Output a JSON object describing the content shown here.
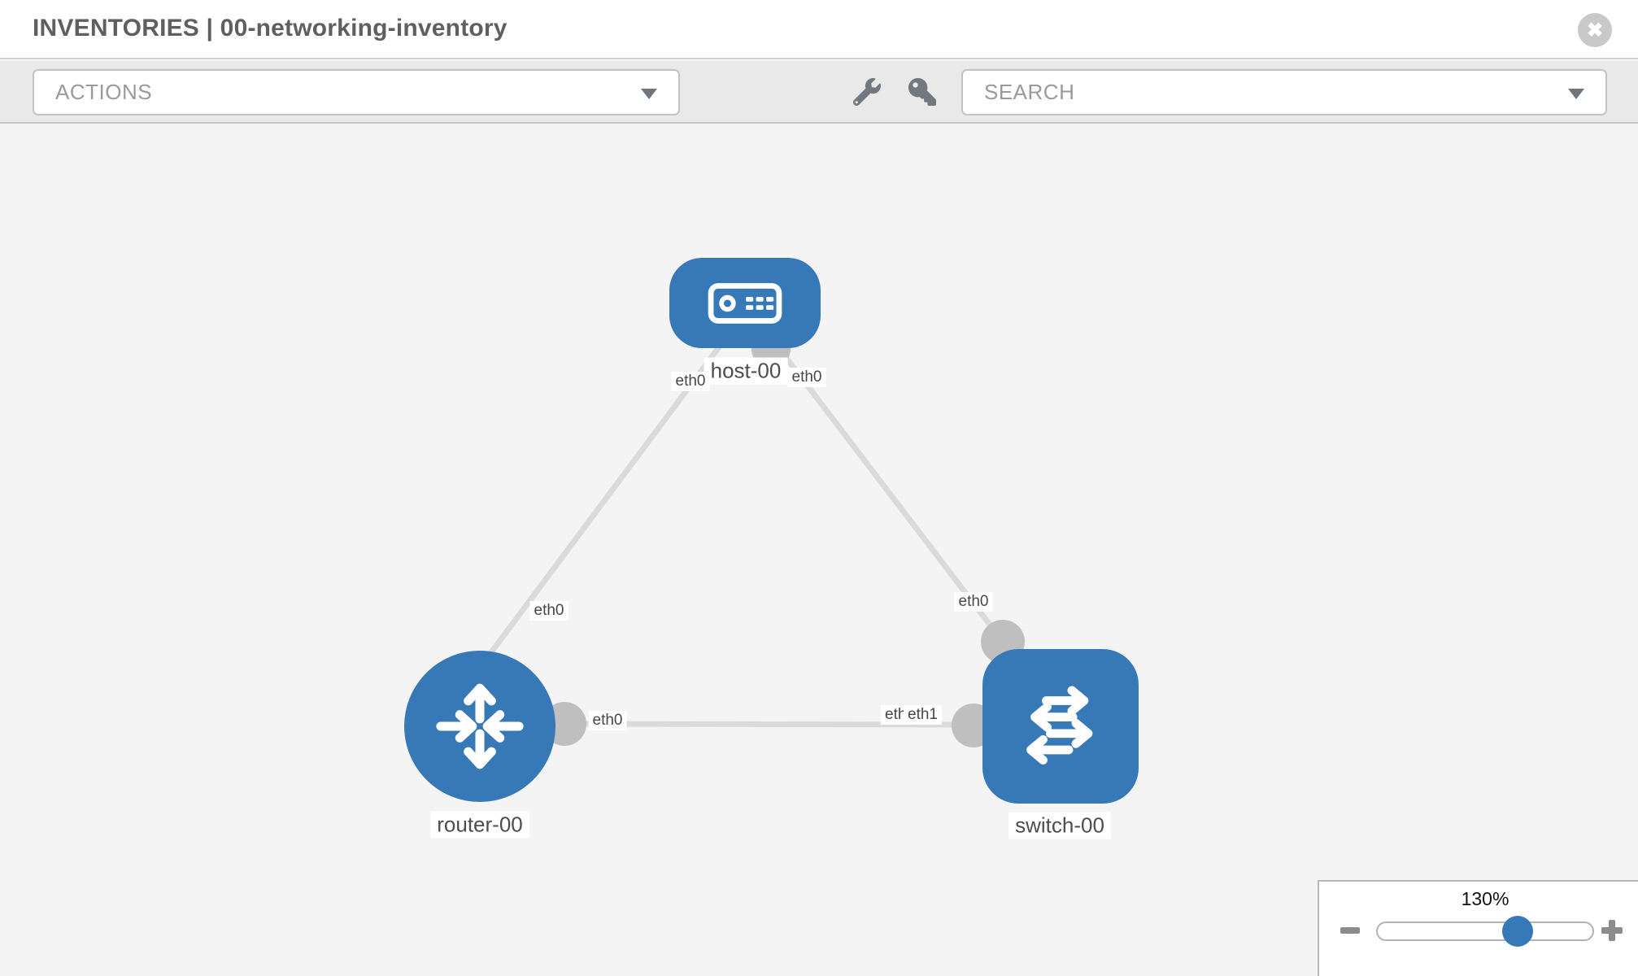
{
  "header": {
    "title": "INVENTORIES | 00-networking-inventory",
    "close_icon": "close-icon"
  },
  "toolbar": {
    "actions_placeholder": "ACTIONS",
    "search_placeholder": "SEARCH",
    "icons": [
      "wrench-icon",
      "key-icon",
      "caret-down-icon"
    ]
  },
  "topology": {
    "nodes": [
      {
        "id": "host-00",
        "type": "host",
        "label": "host-00"
      },
      {
        "id": "router-00",
        "type": "router",
        "label": "router-00"
      },
      {
        "id": "switch-00",
        "type": "switch",
        "label": "switch-00"
      }
    ],
    "links": [
      {
        "from": "host-00",
        "to": "router-00",
        "from_port": "eth0",
        "to_port": "eth0"
      },
      {
        "from": "host-00",
        "to": "switch-00",
        "from_port": "eth0",
        "to_port": "eth0"
      },
      {
        "from": "router-00",
        "to": "switch-00",
        "from_port": "eth0",
        "to_port": "eth1"
      }
    ],
    "port_labels": [
      {
        "label": "eth0",
        "at": "host side of host-router link"
      },
      {
        "label": "eth0",
        "at": "host side of host-switch link"
      },
      {
        "label": "eth0",
        "at": "router side of host-router link"
      },
      {
        "label": "eth0",
        "at": "switch side of host-switch link"
      },
      {
        "label": "eth0",
        "at": "router side of router-switch link"
      },
      {
        "label": "eth0",
        "at": "switch side of router-switch link (underneath)"
      },
      {
        "label": "eth1",
        "at": "switch side of router-switch link (on top)"
      }
    ]
  },
  "zoom_control": {
    "level": "130%",
    "minus_icon": "zoom-out-minus-icon",
    "plus_icon": "zoom-in-plus-icon"
  },
  "colors": {
    "node_blue": "#3779b7",
    "edge_gray": "#dadada",
    "connector_gray": "#bfbfbf",
    "canvas_bg": "#f4f4f4",
    "toolbar_bg": "#e9e9e9",
    "title_text": "#5f5f5f"
  }
}
